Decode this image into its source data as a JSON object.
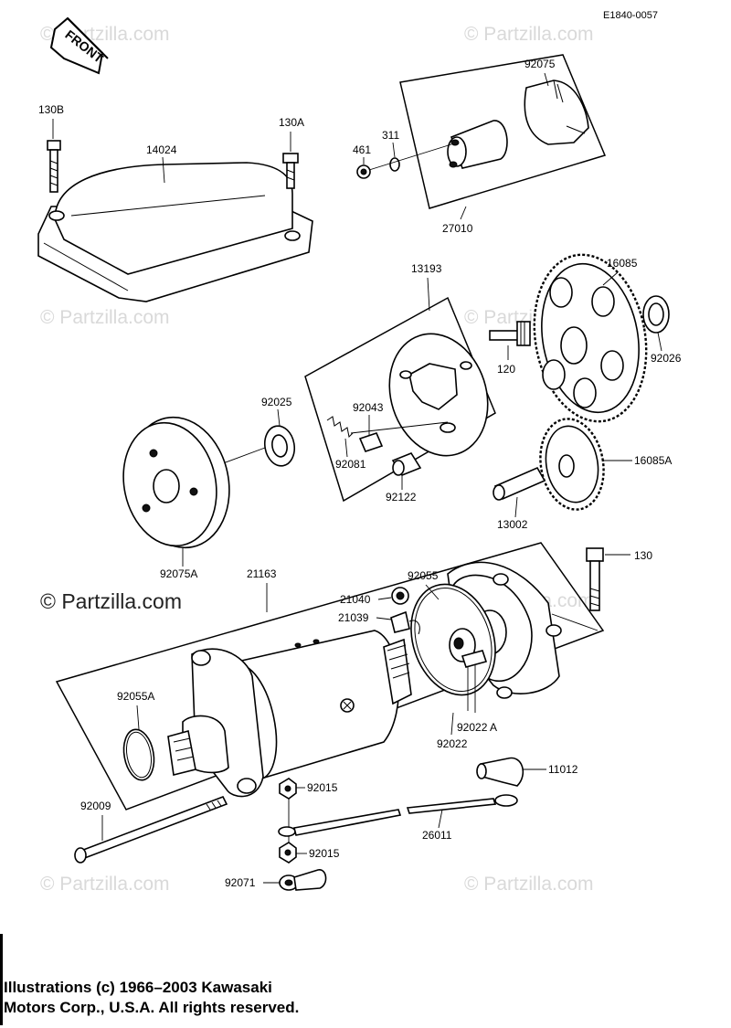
{
  "diagram_code": "E1840-0057",
  "front_label": "FRONT",
  "watermark": "© Partzilla.com",
  "parts": {
    "p130B": "130B",
    "p130A": "130A",
    "p14024": "14024",
    "p461": "461",
    "p311": "311",
    "p92075": "92075",
    "p27010": "27010",
    "p13193": "13193",
    "p16085": "16085",
    "p120": "120",
    "p92026": "92026",
    "p92025": "92025",
    "p92043": "92043",
    "p92081": "92081",
    "p92122": "92122",
    "p16085A": "16085A",
    "p13002": "13002",
    "p92075A": "92075A",
    "p21163": "21163",
    "p92055": "92055",
    "p130": "130",
    "p21040": "21040",
    "p21039": "21039",
    "p92055A": "92055A",
    "p92022A": "92022 A",
    "p92022": "92022",
    "p11012": "11012",
    "p92015a": "92015",
    "p92009": "92009",
    "p26011": "26011",
    "p92015b": "92015",
    "p92071": "92071"
  },
  "copyright": {
    "line1": "Illustrations (c) 1966–2003 Kawasaki",
    "line2": "Motors Corp., U.S.A.  All rights reserved."
  }
}
